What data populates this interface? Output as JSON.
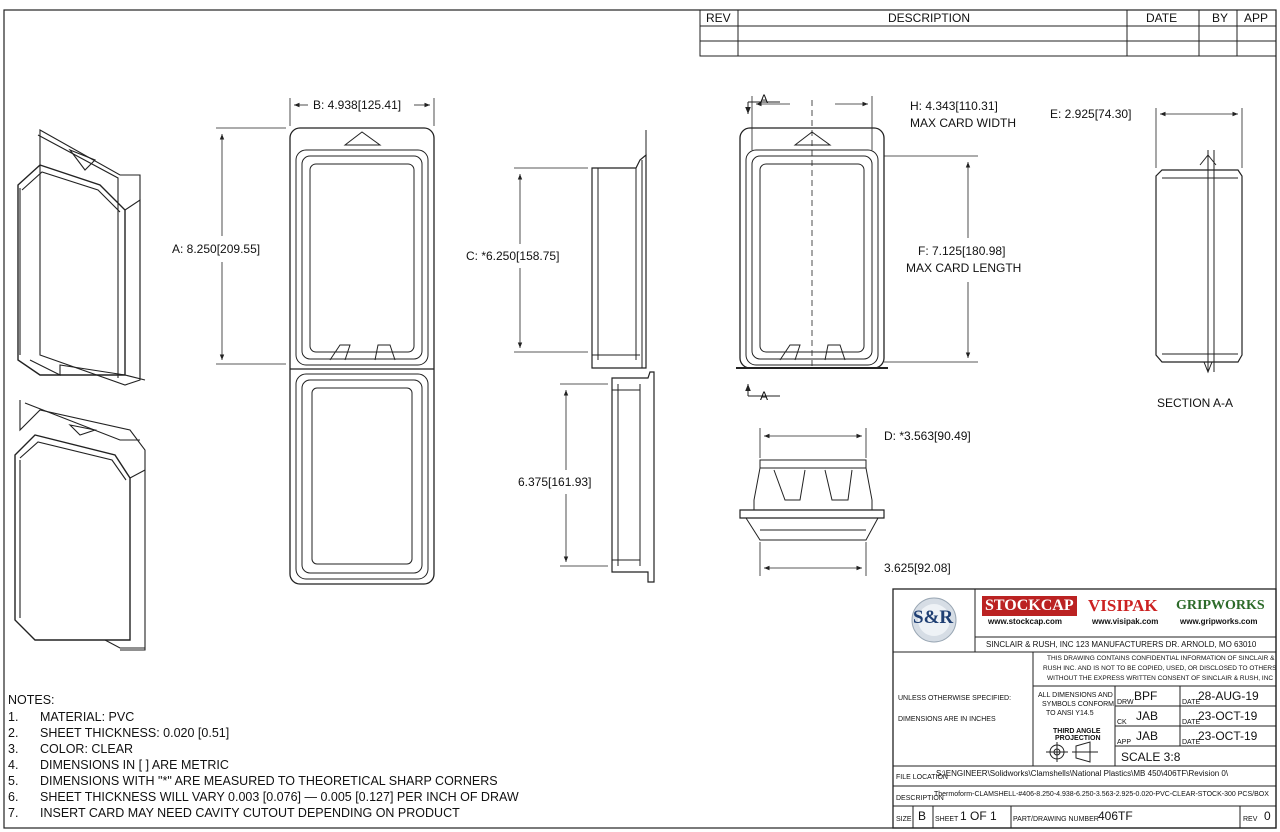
{
  "revision_table": {
    "headers": [
      "REV",
      "DESCRIPTION",
      "DATE",
      "BY",
      "APP"
    ]
  },
  "dimensions": {
    "a": "A: 8.250",
    "a_mm": "209.55",
    "b": "B: 4.938",
    "b_mm": "125.41",
    "c": "C: *6.250",
    "c_mm": "158.75",
    "c2": "6.375",
    "c2_mm": "161.93",
    "d": "D: *3.563",
    "d_mm": "90.49",
    "d2": "3.625",
    "d2_mm": "92.08",
    "e": "E: 2.925",
    "e_mm": "74.30",
    "f": "F: 7.125",
    "f_mm": "180.98",
    "f_note": "MAX CARD LENGTH",
    "h": "H: 4.343",
    "h_mm": "110.31",
    "h_note": "MAX CARD WIDTH",
    "section_marker": "A",
    "section_label": "SECTION A-A"
  },
  "notes": {
    "title": "NOTES:",
    "items": [
      {
        "num": "1.",
        "text": "MATERIAL: PVC"
      },
      {
        "num": "2.",
        "text": "SHEET THICKNESS: 0.020 [0.51]"
      },
      {
        "num": "3.",
        "text": "COLOR: CLEAR"
      },
      {
        "num": "4.",
        "text": "DIMENSIONS IN [ ] ARE METRIC"
      },
      {
        "num": "5.",
        "text": "DIMENSIONS WITH \"*\" ARE MEASURED TO THEORETICAL SHARP CORNERS"
      },
      {
        "num": "6.",
        "text": "SHEET THICKNESS WILL VARY 0.003 [0.076] — 0.005 [0.127] PER INCH OF DRAW"
      },
      {
        "num": "7.",
        "text": "INSERT CARD MAY NEED CAVITY CUTOUT DEPENDING ON PRODUCT"
      }
    ]
  },
  "title_block": {
    "sr_logo": "S&R",
    "brands": [
      {
        "name": "STOCKCAP",
        "url": "www.stockcap.com"
      },
      {
        "name": "VISIPAK",
        "url": "www.visipak.com"
      },
      {
        "name": "GRIPWORKS",
        "url": "www.gripworks.com"
      }
    ],
    "company": "SINCLAIR & RUSH, INC 123 MANUFACTURERS DR. ARNOLD, MO 63010",
    "confidential": [
      "THIS DRAWING CONTAINS CONFIDENTIAL INFORMATION OF SINCLAIR &",
      "RUSH INC. AND IS NOT TO BE COPIED, USED, OR DISCLOSED TO OTHERS",
      "WITHOUT THE EXPRESS WRITTEN CONSENT OF SINCLAIR & RUSH, INC"
    ],
    "unless": "UNLESS OTHERWISE SPECIFIED:",
    "inches": "DIMENSIONS ARE IN INCHES",
    "ansi": [
      "ALL DIMENSIONS AND",
      "SYMBOLS CONFORM",
      "TO ANSI Y14.5"
    ],
    "projection": [
      "THIRD ANGLE",
      "PROJECTION"
    ],
    "approvals": [
      {
        "label": "DRW",
        "who": "BPF",
        "date_label": "DATE",
        "date": "28-AUG-19"
      },
      {
        "label": "CK",
        "who": "JAB",
        "date_label": "DATE",
        "date": "23-OCT-19"
      },
      {
        "label": "APP",
        "who": "JAB",
        "date_label": "DATE",
        "date": "23-OCT-19"
      }
    ],
    "scale": "SCALE 3:8",
    "file_location_label": "FILE LOCATION",
    "file_location": "S:\\ENGINEER\\Solidworks\\Clamshells\\National Plastics\\MB 450\\406TF\\Revision 0\\",
    "description_label": "DESCRIPTION",
    "description": "Thermoform-CLAMSHELL-#406-8.250-4.938-6.250-3.563-2.925-0.020-PVC-CLEAR-STOCK-300 PCS/BOX",
    "size_label": "SIZE",
    "size": "B",
    "sheet_label": "SHEET",
    "sheet": "1 OF 1",
    "part_label": "PART/DRAWING NUMBER",
    "part": "406TF",
    "rev_label": "REV",
    "rev": "0"
  }
}
